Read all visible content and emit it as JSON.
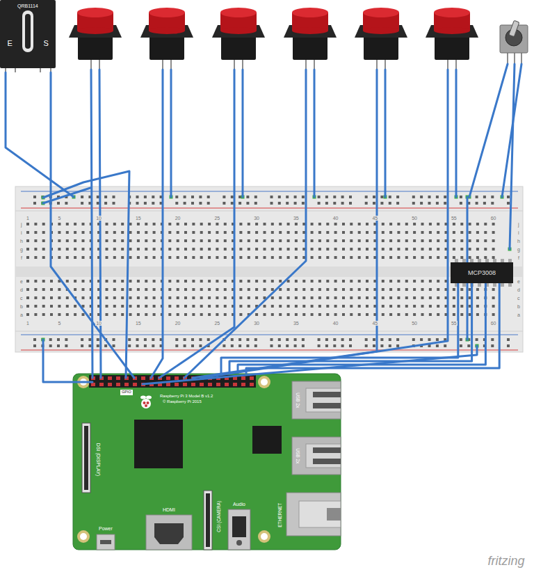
{
  "diagram": {
    "nodes": [
      {
        "text": [
          "QRB1114",
          "E",
          "S"
        ]
      },
      {
        "text": [
          "GPIO",
          "Raspberry Pi 3 Model B v1.2",
          "© Raspberry Pi 2015",
          "USB 2x",
          "USB 2x",
          "DSI (DISPLAY)",
          "ETHERNET",
          "HDMI",
          "CSI (CAMERA)",
          "Audio",
          "Power"
        ]
      },
      {
        "text": [
          "MCP3008"
        ]
      }
    ],
    "edges": [
      {
        "from": 2,
        "to": 1,
        "arrow": "none"
      },
      {
        "from": 2,
        "to": 1,
        "arrow": "none"
      },
      {
        "from": 2,
        "to": 1,
        "arrow": "none"
      },
      {
        "from": 2,
        "to": 1,
        "arrow": "none"
      }
    ],
    "labels": [
      "1",
      "5",
      "10",
      "15",
      "20",
      "25",
      "30",
      "35",
      "40",
      "45",
      "50",
      "55",
      "60",
      "j",
      "i",
      "h",
      "g",
      "f",
      "e",
      "d",
      "c",
      "b",
      "a",
      "j",
      "i",
      "h",
      "g",
      "f",
      "e",
      "d",
      "c",
      "b",
      "a",
      "1",
      "5",
      "10",
      "15",
      "20",
      "25",
      "30",
      "35",
      "40",
      "45",
      "50",
      "55",
      "60",
      "fritzing"
    ]
  }
}
